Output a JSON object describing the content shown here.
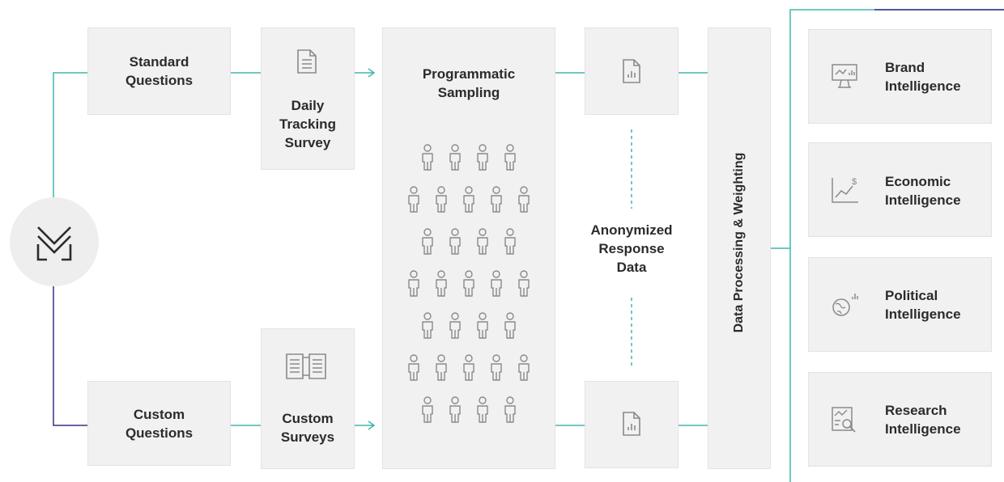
{
  "source": {
    "logo_icon": "m-logo-icon",
    "left_questions": [
      {
        "label": "Standard\nQuestions",
        "connector_color": "#3fb7ad"
      },
      {
        "label": "Custom\nQuestions",
        "connector_color": "#3b2b8c"
      }
    ]
  },
  "surveys": [
    {
      "label": "Daily\nTracking\nSurvey",
      "icon": "document-icon"
    },
    {
      "label": "Custom\nSurveys",
      "icon": "multi-document-icon"
    }
  ],
  "sampling": {
    "title": "Programmatic\nSampling",
    "person_icon": "person-icon",
    "rows": [
      4,
      5,
      4,
      5,
      4,
      5,
      4
    ]
  },
  "response": {
    "label": "Anonymized\nResponse\nData",
    "report_icon": "report-chart-icon"
  },
  "processing": {
    "label": "Data Processing & Weighting"
  },
  "outputs": [
    {
      "label": "Brand\nIntelligence",
      "icon": "monitor-chart-icon"
    },
    {
      "label": "Economic\nIntelligence",
      "icon": "trend-dollar-icon"
    },
    {
      "label": "Political\nIntelligence",
      "icon": "globe-chart-icon"
    },
    {
      "label": "Research\nIntelligence",
      "icon": "search-chart-icon"
    }
  ],
  "colors": {
    "teal": "#3fb7ad",
    "purple": "#3b2b8c",
    "box": "#f1f1f1",
    "icon": "#8a8a8a"
  }
}
